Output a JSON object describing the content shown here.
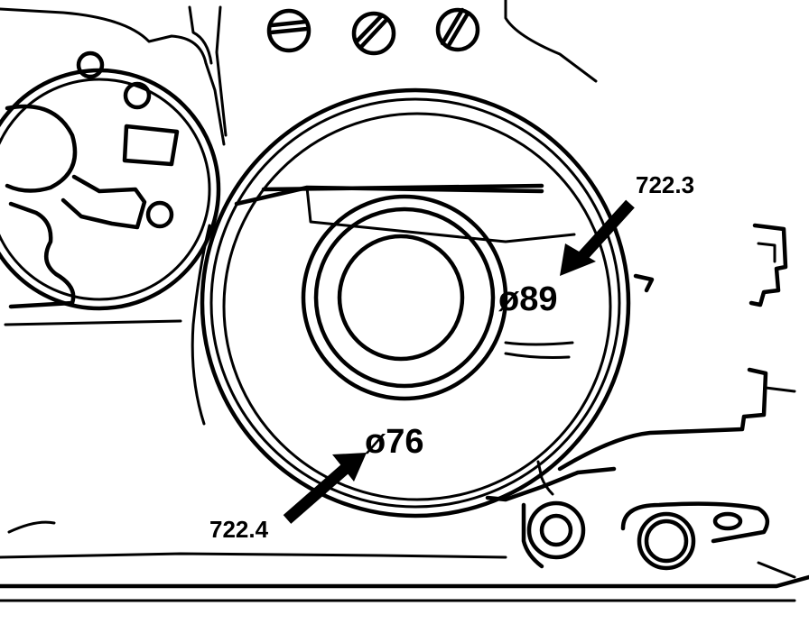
{
  "labels": {
    "part_upper": "722.3",
    "part_lower": "722.4",
    "diameter_outer": "ø89",
    "diameter_inner": "ø76"
  },
  "colors": {
    "ink": "#000000",
    "paper": "#ffffff"
  }
}
